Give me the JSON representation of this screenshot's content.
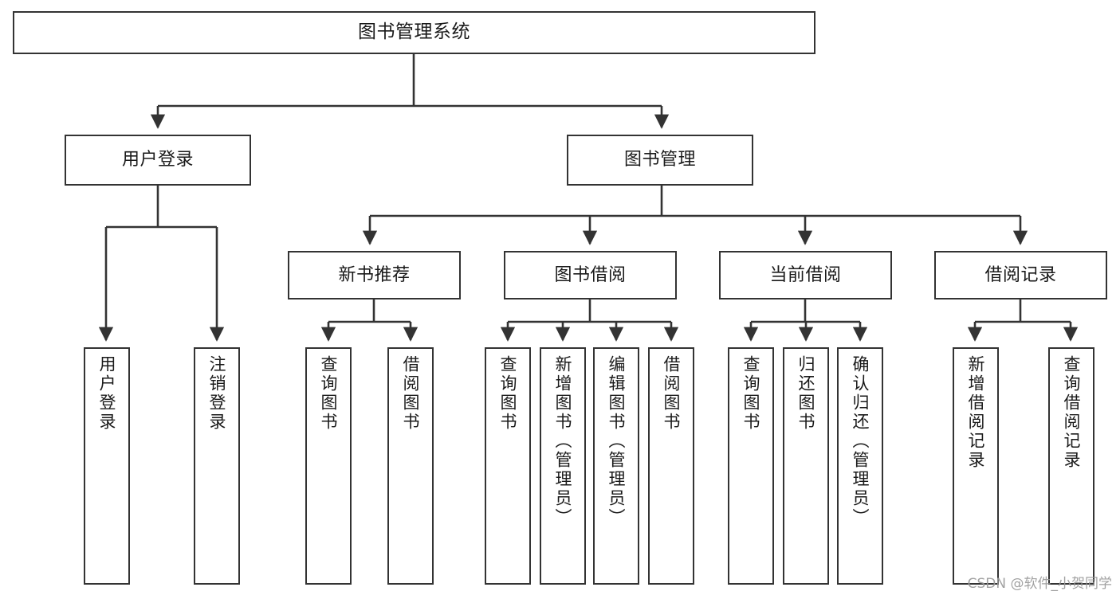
{
  "diagram": {
    "title": "图书管理系统",
    "type": "tree-hierarchy",
    "stroke_color": "#333333",
    "background_color": "#ffffff",
    "text_color": "#1a1a1a"
  },
  "root": {
    "label": "图书管理系统"
  },
  "level2": [
    {
      "label": "用户登录"
    },
    {
      "label": "图书管理"
    }
  ],
  "level3": [
    {
      "label": "新书推荐"
    },
    {
      "label": "图书借阅"
    },
    {
      "label": "当前借阅"
    },
    {
      "label": "借阅记录"
    }
  ],
  "leaves": {
    "user_login": [
      {
        "label": "用户登录"
      },
      {
        "label": "注销登录"
      }
    ],
    "new_book_recommend": [
      {
        "label": "查询图书"
      },
      {
        "label": "借阅图书"
      }
    ],
    "book_borrow": [
      {
        "label": "查询图书"
      },
      {
        "label": "新增图书（管理员）"
      },
      {
        "label": "编辑图书（管理员）"
      },
      {
        "label": "借阅图书"
      }
    ],
    "current_borrow": [
      {
        "label": "查询图书"
      },
      {
        "label": "归还图书"
      },
      {
        "label": "确认归还（管理员）"
      }
    ],
    "borrow_record": [
      {
        "label": "新增借阅记录"
      },
      {
        "label": "查询借阅记录"
      }
    ]
  },
  "watermark": {
    "text": "CSDN @软件_小贺同学"
  }
}
